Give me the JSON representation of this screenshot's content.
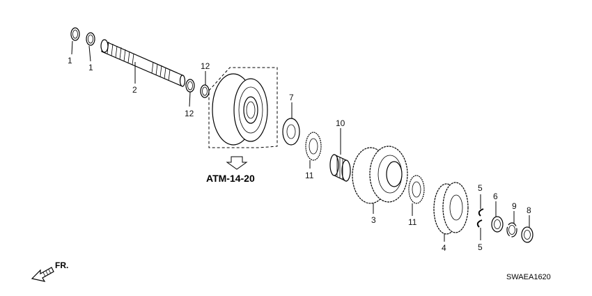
{
  "diagram": {
    "callouts": [
      "1",
      "1",
      "2",
      "12",
      "12",
      "7",
      "10",
      "11",
      "11",
      "3",
      "5",
      "5",
      "6",
      "9",
      "8",
      "4"
    ],
    "reference_label": "ATM-14-20",
    "direction_label": "FR.",
    "drawing_code": "SWAEA1620"
  }
}
